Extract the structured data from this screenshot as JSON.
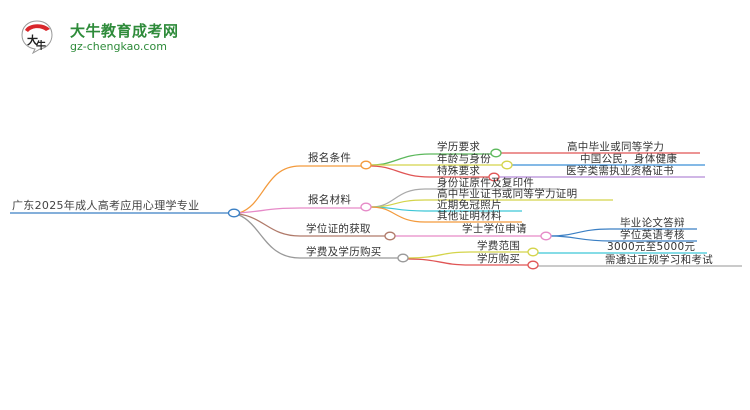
{
  "logo": {
    "title": "大牛教育成考网",
    "url": "gz-chengkao.com",
    "badge_text": "大牛",
    "brand_color": "#2e8b3a",
    "accent_color": "#d9262b"
  },
  "mindmap": {
    "root": {
      "label": "广东2025年成人高考应用心理学专业",
      "color": "#3a7fc4"
    },
    "branches": [
      {
        "label": "报名条件",
        "color": "#f39a3c",
        "children": [
          {
            "label": "学历要求",
            "color": "#5cb85c",
            "leaf": "高中毕业或同等学力",
            "leaf_color": "#e05555"
          },
          {
            "label": "年龄与身份",
            "color": "#d4d44a",
            "leaf": "中国公民，身体健康",
            "leaf_color": "#3a8fd6"
          },
          {
            "label": "特殊要求",
            "color": "#e05555",
            "leaf": "医学类需执业资格证书",
            "leaf_color": "#b48ad6"
          }
        ]
      },
      {
        "label": "报名材料",
        "color": "#e68ac8",
        "children": [
          {
            "label": "身份证原件及复印件",
            "color": "#aaaaaa"
          },
          {
            "label": "高中毕业证书或同等学力证明",
            "color": "#d4d44a"
          },
          {
            "label": "近期免冠照片",
            "color": "#3cc6d6"
          },
          {
            "label": "其他证明材料",
            "color": "#f39a3c"
          }
        ]
      },
      {
        "label": "学位证的获取",
        "color": "#b07a6a",
        "children": [
          {
            "label": "学士学位申请",
            "color": "#e68ac8",
            "leaves": [
              {
                "label": "毕业论文答辩",
                "color": "#3a7fc4"
              },
              {
                "label": "学位英语考核",
                "color": "#3a7fc4"
              }
            ]
          }
        ]
      },
      {
        "label": "学费及学历购买",
        "color": "#999999",
        "children": [
          {
            "label": "学费范围",
            "color": "#d4d44a",
            "leaf": "3000元至5000元",
            "leaf_color": "#3cc6d6"
          },
          {
            "label": "学历购买",
            "color": "#e05555",
            "leaf": "需通过正规学习和考试",
            "leaf_color": "#aaaaaa"
          }
        ]
      }
    ]
  }
}
